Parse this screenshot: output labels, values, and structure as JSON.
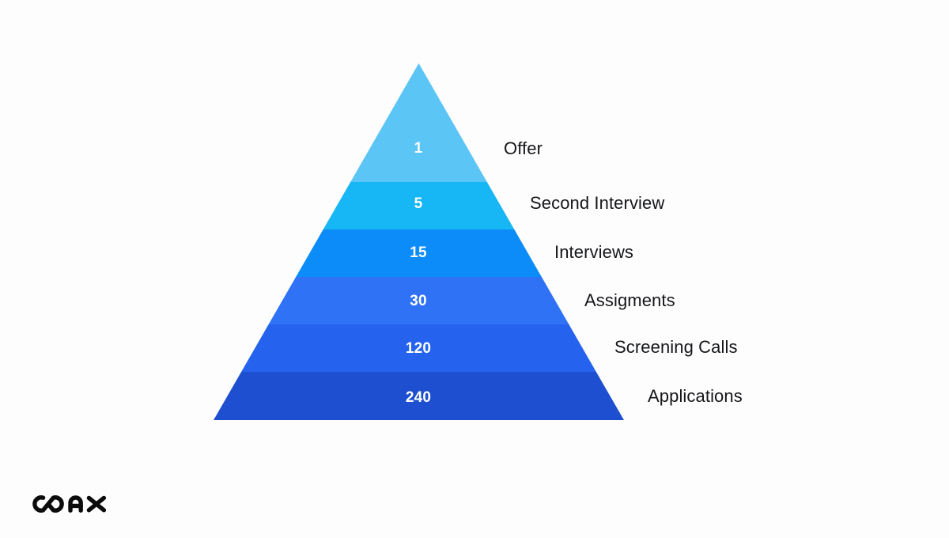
{
  "page": {
    "background_color": "#fdfdfd",
    "text_color": "#15161a",
    "value_text_color": "#ffffff"
  },
  "logo": {
    "name": "coax-logo",
    "text": "COAX",
    "color": "#0c0c0c"
  },
  "chart_data": {
    "type": "pie",
    "shape": "pyramid-funnel",
    "title": "",
    "subtitle": "",
    "xlabel": "",
    "ylabel": "",
    "legend_position": "right",
    "grid": false,
    "orientation": "top-to-bottom",
    "categories": [
      "Offer",
      "Second Interview",
      "Interviews",
      "Assigments",
      "Screening Calls",
      "Applications"
    ],
    "values": [
      1,
      5,
      15,
      30,
      120,
      240
    ],
    "colors": [
      "#5bc5f5",
      "#17b6f5",
      "#0c8cf8",
      "#3072f5",
      "#2563ef",
      "#1e4fd0"
    ],
    "levels": [
      {
        "index": 0,
        "label": "Offer",
        "value": "1",
        "color": "#5bc5f5"
      },
      {
        "index": 1,
        "label": "Second Interview",
        "value": "5",
        "color": "#17b6f5"
      },
      {
        "index": 2,
        "label": "Interviews",
        "value": "15",
        "color": "#0c8cf8"
      },
      {
        "index": 3,
        "label": "Assigments",
        "value": "30",
        "color": "#3072f5"
      },
      {
        "index": 4,
        "label": "Screening Calls",
        "value": "120",
        "color": "#2563ef"
      },
      {
        "index": 5,
        "label": "Applications",
        "value": "240",
        "color": "#1e4fd0"
      }
    ]
  }
}
